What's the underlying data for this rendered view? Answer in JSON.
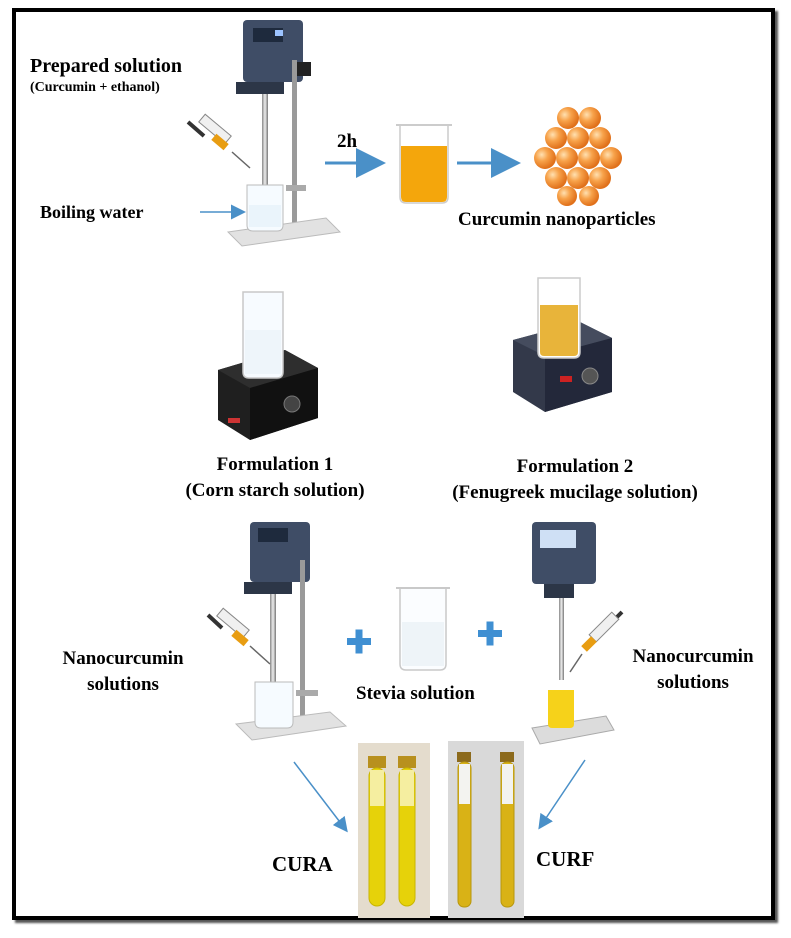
{
  "labels": {
    "prepared_solution": "Prepared solution",
    "prepared_solution_sub": "(Curcumin + ethanol)",
    "boiling_water": "Boiling water",
    "time": "2h",
    "curcumin_nanoparticles": "Curcumin nanoparticles",
    "formulation1_title": "Formulation 1",
    "formulation1_sub": "(Corn starch solution)",
    "formulation2_title": "Formulation 2",
    "formulation2_sub": "(Fenugreek mucilage solution)",
    "nano_left_1": "Nanocurcumin",
    "nano_left_2": "solutions",
    "nano_right_1": "Nanocurcumin",
    "nano_right_2": "solutions",
    "stevia": "Stevia solution",
    "cura": "CURA",
    "curf": "CURF"
  },
  "colors": {
    "arrow": "#4a90c8",
    "plus": "#3f8fd2",
    "curcumin": "#f4a60c",
    "tube_cura": "#e6d20a",
    "tube_curf": "#d9b216"
  },
  "icons": [
    "syringe-icon",
    "homogenizer-icon",
    "beaker-icon",
    "magnetic-stirrer-icon",
    "test-tube-icon",
    "plus-icon",
    "arrow-icon"
  ]
}
